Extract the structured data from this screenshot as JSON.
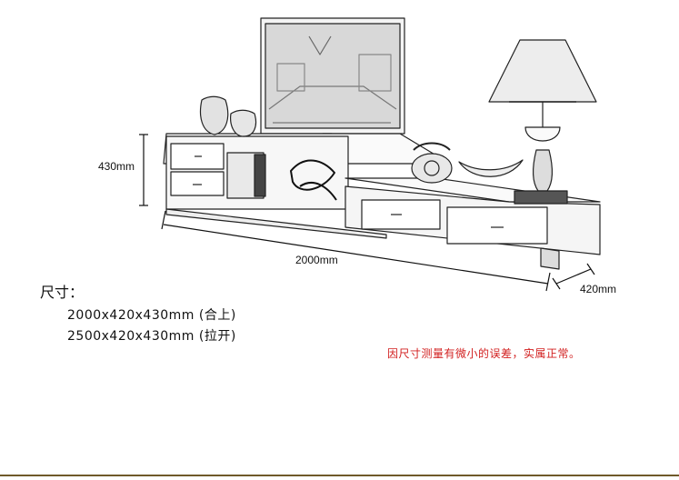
{
  "dimensions": {
    "height": "430mm",
    "length": "2000mm",
    "depth": "420mm"
  },
  "spec": {
    "title": "尺寸：",
    "closed": "2000x420x430mm (合上)",
    "open": "2500x420x430mm (拉开)"
  },
  "note": "因尺寸测量有微小的误差，实属正常。",
  "colors": {
    "note": "#d21f1f",
    "rule": "#6f5a2a"
  }
}
